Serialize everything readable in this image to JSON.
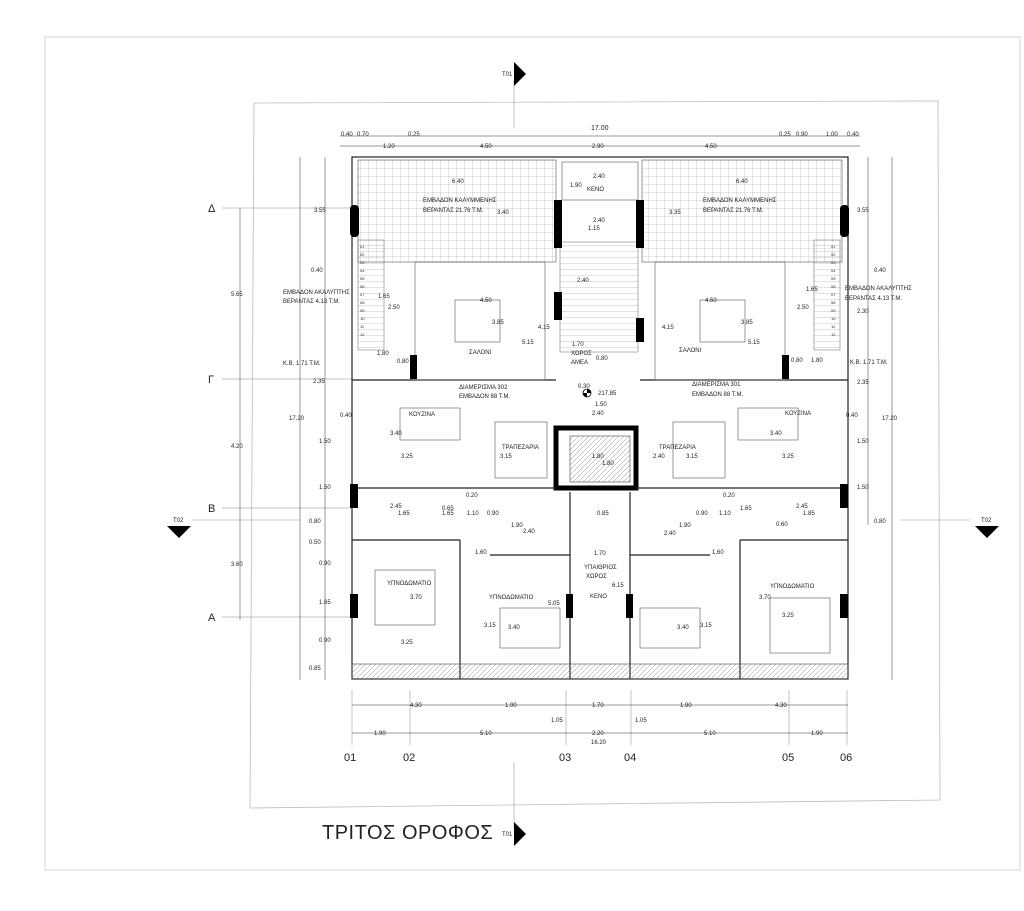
{
  "title": "ΤΡΙΤΟΣ ΟΡΟΦΟΣ",
  "section_marks": {
    "top": "T01",
    "bottom": "T01",
    "left": "T02",
    "right": "T02"
  },
  "grid_axes": {
    "rows": [
      "Δ",
      "Γ",
      "Β",
      "Α"
    ],
    "cols": [
      "01",
      "02",
      "03",
      "04",
      "05",
      "06"
    ]
  },
  "rooms": {
    "veranda_left": [
      "ΕΜΒΑΔΟΝ ΚΑΛΥΜΜΕΝΗΣ",
      "ΒΕΡΑΝΤΑΣ 21.76 Τ.Μ."
    ],
    "veranda_right": [
      "ΕΜΒΑΔΟΝ ΚΑΛΥΜΜΕΝΗΣ",
      "ΒΕΡΑΝΤΑΣ 21.76 Τ.Μ."
    ],
    "open_veranda_left": [
      "ΕΜΒΑΔΟΝ ΑΚΑΛΥΠΤΗΣ",
      "ΒΕΡΑΝΤΑΣ 4.13 Τ.Μ."
    ],
    "open_veranda_right": [
      "ΕΜΒΑΔΟΝ ΑΚΑΛΥΠΤΗΣ",
      "ΒΕΡΑΝΤΑΣ 4.13 Τ.Μ."
    ],
    "void_top": "ΚΕΝΟ",
    "saloni_left": "ΣΑΛΟΝΙ",
    "saloni_right": "ΣΑΛΟΝΙ",
    "amea": [
      "ΧΩΡΟΣ",
      "ΑΜΕΑ"
    ],
    "kb_left": "Κ.Β. 1.71 Τ.Μ.",
    "kb_right": "Κ.Β. 1.71 Τ.Μ.",
    "apt302": [
      "ΔΙΑΜΕΡΙΣΜΑ 302",
      "ΕΜΒΑΔΟΝ 88 Τ.Μ."
    ],
    "apt301": [
      "ΔΙΑΜΕΡΙΣΜΑ 301",
      "ΕΜΒΑΔΟΝ 88 Τ.Μ."
    ],
    "level": "217.85",
    "kouzina_left": "ΚΟΥΖΙΝΑ",
    "kouzina_right": "ΚΟΥΖΙΝΑ",
    "trapezaria_left": "ΤΡΑΠΕΖΑΡΙΑ",
    "trapezaria_right": "ΤΡΑΠΕΖΑΡΙΑ",
    "ypaithrios": [
      "ΥΠΑΙΘΡΙΟΣ",
      "ΧΩΡΟΣ"
    ],
    "void_mid": "ΚΕΝΟ",
    "bed_a": "ΥΠΝΟΔΩΜΑΤΙΟ",
    "bed_b": "ΥΠΝΟΔΩΜΑΤΙΟ",
    "bed_c": "ΥΠΝΟΔΩΜΑΤΙΟ",
    "bed_d": "ΥΠΝΟΔΩΜΑΤΙΟ"
  },
  "dims": {
    "total_top": "17.00",
    "top_row1": [
      "0.40",
      "0.70",
      "0.25",
      "0.25",
      "0.90",
      "1.00",
      "0.40"
    ],
    "top_row2": [
      "1.20",
      "4.50",
      "2.90",
      "4.50"
    ],
    "left_col": [
      "3.55",
      "0.40",
      "5.65",
      "2.35",
      "17.20",
      "0.40",
      "4.20",
      "1.50",
      "1.50",
      "0.80",
      "0.50",
      "0.90",
      "3.60",
      "1.65",
      "0.90",
      "0.85"
    ],
    "right_col": [
      "3.55",
      "0.40",
      "2.30",
      "2.35",
      "17.20",
      "0.40",
      "1.50",
      "1.50",
      "0.80"
    ],
    "interior": [
      "6.40",
      "3.40",
      "2.40",
      "1.90",
      "2.40",
      "1.15",
      "3.35",
      "6.40",
      "1.65",
      "2.50",
      "4.50",
      "3.85",
      "4.15",
      "2.40",
      "5.15",
      "4.50",
      "1.70",
      "0.80",
      "4.15",
      "3.85",
      "1.65",
      "2.50",
      "1.80",
      "0.80",
      "0.30",
      "1.50",
      "2.40",
      "5.15",
      "1.80",
      "0.80",
      "3.40",
      "3.25",
      "3.15",
      "1.80",
      "1.80",
      "2.40",
      "3.15",
      "3.25",
      "3.40",
      "2.45",
      "1.65",
      "0.65",
      "0.20",
      "1.10",
      "1.65",
      "0.90",
      "0.85",
      "0.90",
      "1.10",
      "0.20",
      "1.65",
      "2.45",
      "1.85",
      "0.60",
      "1.90",
      "2.40",
      "2.40",
      "1.90",
      "1.60",
      "1.70",
      "1.60",
      "6.15",
      "3.70",
      "5.05",
      "3.70",
      "3.15",
      "3.40",
      "3.40",
      "3.15",
      "3.25",
      "3.25"
    ],
    "bottom_row1": [
      "4.30",
      "1.90",
      "1.70",
      "1.90",
      "4.30"
    ],
    "bottom_row2": [
      "1.05",
      "1.05"
    ],
    "bottom_row3": [
      "1.90",
      "5.10",
      "2.20",
      "5.10",
      "1.90"
    ],
    "total_bottom": "16.20"
  },
  "stair_steps": [
    "01",
    "02",
    "03",
    "04",
    "05",
    "06",
    "07",
    "08",
    "09",
    "10",
    "11",
    "12"
  ]
}
